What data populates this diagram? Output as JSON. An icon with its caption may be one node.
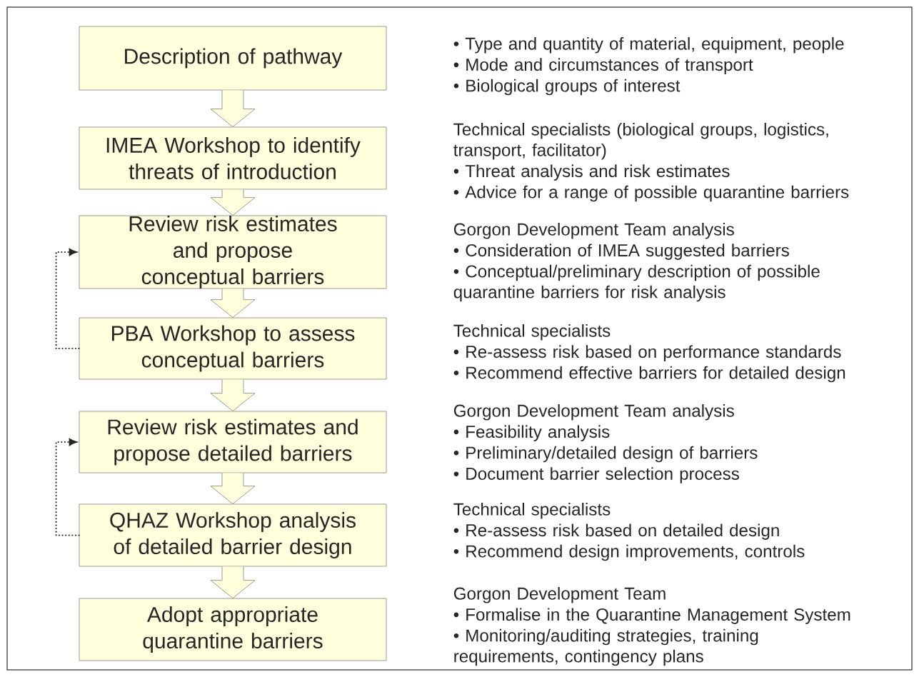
{
  "diagram": {
    "nodes": [
      {
        "text": [
          "Description of pathway"
        ],
        "beside": [
          "• Type and quantity of material, equipment, people",
          "• Mode and circumstances of transport",
          "• Biological groups of interest"
        ]
      },
      {
        "text": [
          "IMEA Workshop to identify threats of introduction"
        ],
        "beside": [
          "Technical specialists (biological groups, logistics, transport, facilitator)",
          "• Threat analysis and risk estimates",
          "• Advice for a range of possible quarantine barriers"
        ]
      },
      {
        "text": [
          "Review risk estimates and propose conceptual barriers"
        ],
        "beside": [
          "Gorgon Development Team analysis",
          "• Consideration of IMEA suggested barriers",
          "• Conceptual/preliminary description of possible quarantine barriers for risk analysis"
        ]
      },
      {
        "text": [
          "PBA Workshop to assess conceptual barriers"
        ],
        "beside": [
          "Technical specialists",
          "• Re-assess risk based on performance standards",
          "• Recommend effective barriers for detailed design"
        ]
      },
      {
        "text": [
          "Review risk estimates and propose detailed barriers"
        ],
        "beside": [
          "Gorgon Development Team analysis",
          "• Feasibility analysis",
          "• Preliminary/detailed design of barriers",
          "• Document barrier selection process"
        ]
      },
      {
        "text": [
          "QHAZ Workshop analysis of detailed barrier design"
        ],
        "beside": [
          "Technical specialists",
          "• Re-assess risk based on detailed design",
          "• Recommend design improvements, controls"
        ]
      },
      {
        "text": [
          "Adopt appropriate quarantine barriers"
        ],
        "beside": [
          "Gorgon Development Team",
          "• Formalise in the Quarantine Management System",
          "• Monitoring/auditing strategies, training requirements, contingency plans"
        ]
      }
    ],
    "edges": [
      {
        "from": 0,
        "to": 1,
        "arrow": "to"
      },
      {
        "from": 1,
        "to": 2,
        "arrow": "to"
      },
      {
        "from": 2,
        "to": 3,
        "arrow": "to"
      },
      {
        "from": 3,
        "to": 4,
        "arrow": "to"
      },
      {
        "from": 4,
        "to": 5,
        "arrow": "to"
      },
      {
        "from": 5,
        "to": 6,
        "arrow": "to"
      },
      {
        "from": 3,
        "to": 2,
        "arrow": "to",
        "style": "dashed"
      },
      {
        "from": 5,
        "to": 4,
        "arrow": "to",
        "style": "dashed"
      }
    ]
  }
}
